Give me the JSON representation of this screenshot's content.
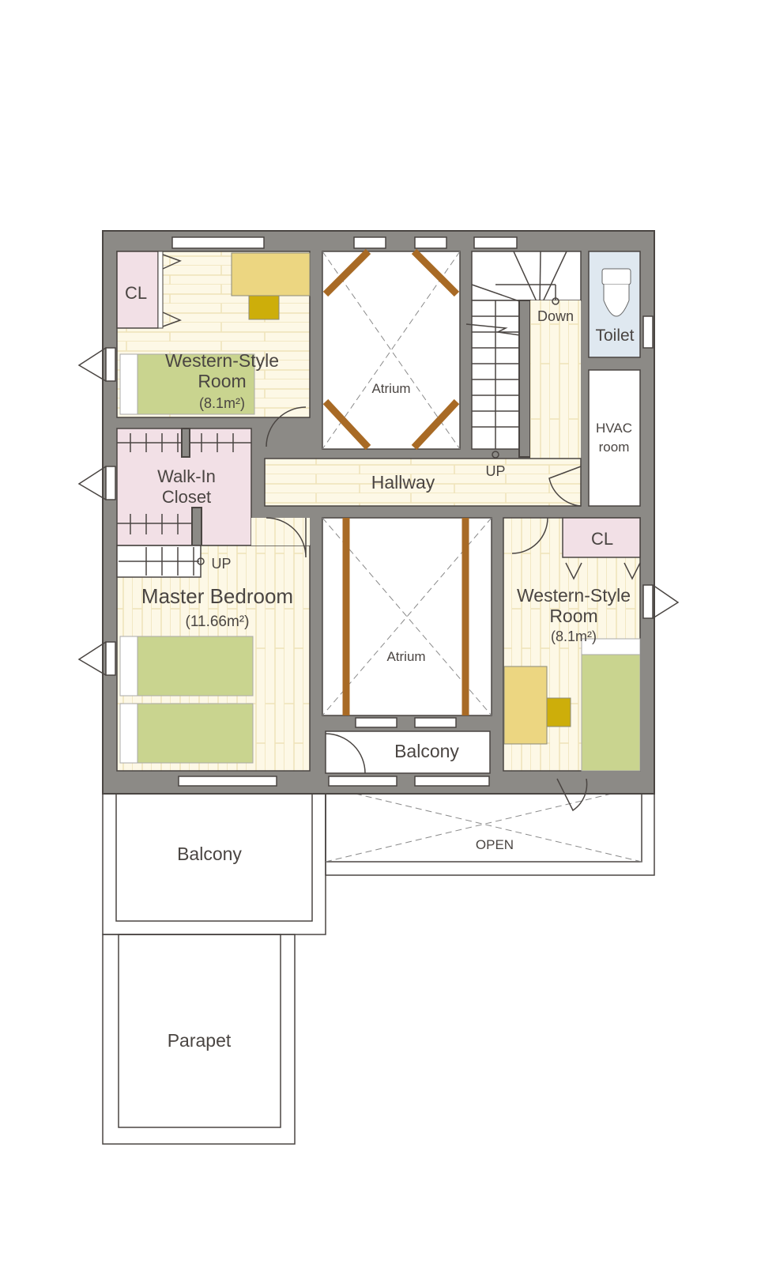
{
  "rooms": {
    "western_room_1": {
      "name": "Western-Style",
      "name2": "Room",
      "area": "(8.1m²)"
    },
    "closet_1": "CL",
    "atrium_top": "Atrium",
    "stair_down": "Down",
    "stair_up": "UP",
    "toilet": "Toilet",
    "hvac": {
      "line1": "HVAC",
      "line2": "room"
    },
    "walk_in_closet": {
      "line1": "Walk-In",
      "line2": "Closet"
    },
    "hallway": "Hallway",
    "loft_stair_up": "UP",
    "master_bedroom": {
      "name": "Master Bedroom",
      "area": "(11.66m²)"
    },
    "atrium_bottom": "Atrium",
    "closet_2": "CL",
    "western_room_2": {
      "name": "Western-Style",
      "name2": "Room",
      "area": "(8.1m²)"
    },
    "balcony_small": "Balcony",
    "open_area": "OPEN",
    "balcony_large": "Balcony",
    "parapet": "Parapet"
  },
  "colors": {
    "wall": "#8c8a86",
    "floor": "#fdf8e6",
    "closet": "#f2e0e6",
    "bed": "#c9d48f",
    "desk": "#ecd681",
    "chair": "#cdae0a",
    "toilet": "#dfe8f0",
    "beam": "#a86a25"
  }
}
